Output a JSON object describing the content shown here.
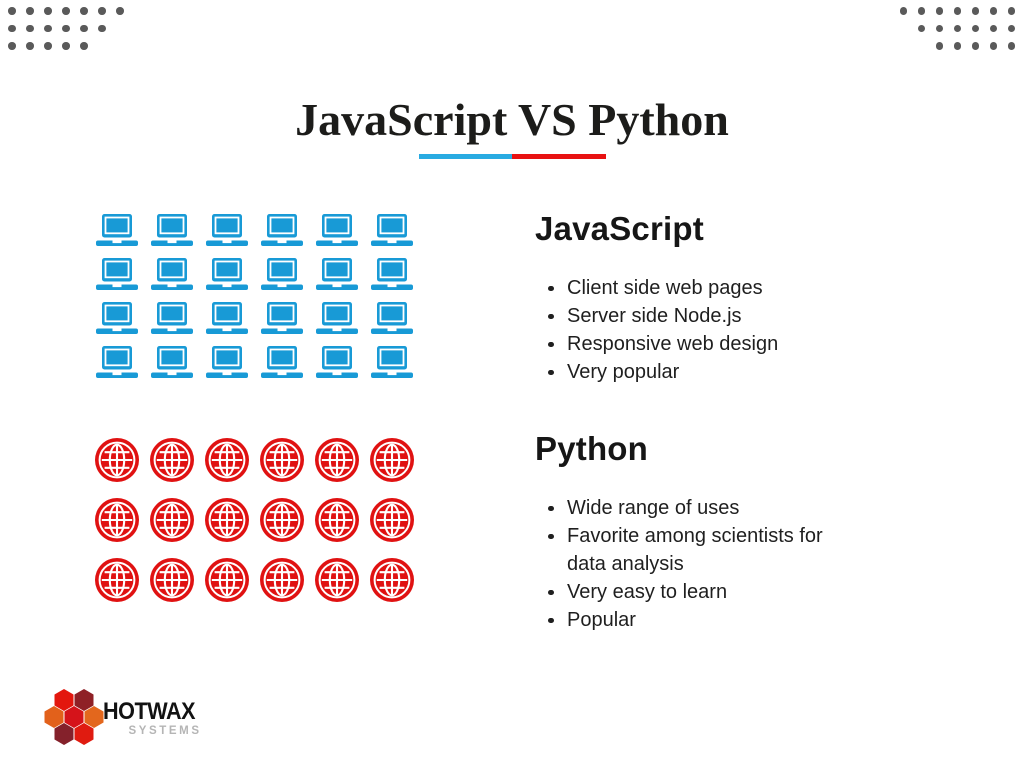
{
  "slide": {
    "title": "JavaScript VS Python"
  },
  "colors": {
    "blue": "#189ad6",
    "red": "#e01212",
    "underline-blue": "#29abe2",
    "underline-red": "#e81212",
    "dot-gray": "#5a5a5a",
    "systems-gray": "#b5b5b5"
  },
  "decor": {
    "dots_top_left_row_counts": [
      7,
      6,
      5
    ],
    "dots_top_right_row_counts": [
      7,
      6,
      5
    ]
  },
  "sections": {
    "javascript": {
      "heading": "JavaScript",
      "bullets": [
        "Client side web pages",
        "Server side Node.js",
        "Responsive web design",
        "Very popular"
      ],
      "icon": "laptop-icon",
      "icon_count": 24,
      "grid": {
        "rows": 4,
        "cols": 6
      }
    },
    "python": {
      "heading": "Python",
      "bullets": [
        "Wide range of uses",
        "Favorite among scientists for data analysis",
        "Very easy to learn",
        "Popular"
      ],
      "icon": "globe-icon",
      "icon_count": 18,
      "grid": {
        "rows": 3,
        "cols": 6
      }
    }
  },
  "footer": {
    "logo_name": "HOTWAX",
    "logo_subtext": "SYSTEMS",
    "hex_colors": [
      "#e3170e",
      "#8f2026",
      "#e2611b",
      "#d5131a",
      "#e3671d",
      "#84212b",
      "#e01b10"
    ]
  }
}
